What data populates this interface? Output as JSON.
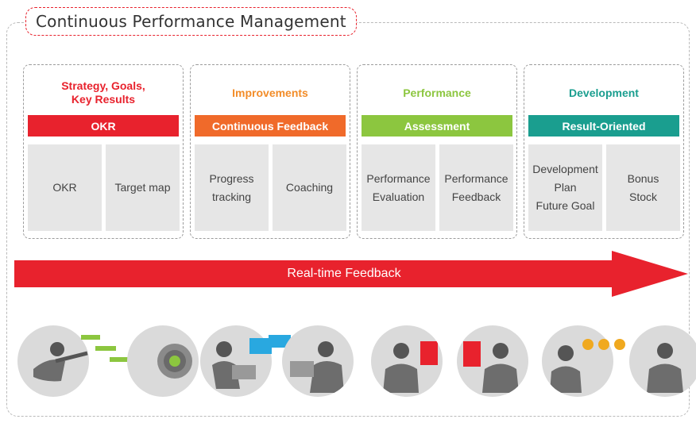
{
  "title": "Continuous Performance Management",
  "columns": [
    {
      "heading": "Strategy, Goals,\nKey Results",
      "heading_color": "#e8222d",
      "bar_label": "OKR",
      "bar_color": "#e8222d",
      "items": [
        "OKR",
        "Target map"
      ]
    },
    {
      "heading": "Improvements",
      "heading_color": "#f28c28",
      "bar_label": "Continuous Feedback",
      "bar_color": "#f06a2a",
      "items": [
        "Progress\ntracking",
        "Coaching"
      ]
    },
    {
      "heading": "Performance",
      "heading_color": "#8cc63f",
      "bar_label": "Assessment",
      "bar_color": "#8cc63f",
      "items": [
        "Performance\nEvaluation",
        "Performance\nFeedback"
      ]
    },
    {
      "heading": "Development",
      "heading_color": "#1a9e8f",
      "bar_label": "Result-Oriented",
      "bar_color": "#1a9e8f",
      "items": [
        "Development\nPlan\nFuture Goal",
        "Bonus\nStock"
      ]
    }
  ],
  "arrow": {
    "label": "Real-time Feedback",
    "color": "#e8222d"
  },
  "illustrations": [
    "person-pointing-illustration",
    "person-target-illustration",
    "person-headset-illustration",
    "person-laptop-chat-illustration",
    "person-review-illustration",
    "person-screen-illustration",
    "person-coins-illustration",
    "person-handshake-illustration"
  ]
}
